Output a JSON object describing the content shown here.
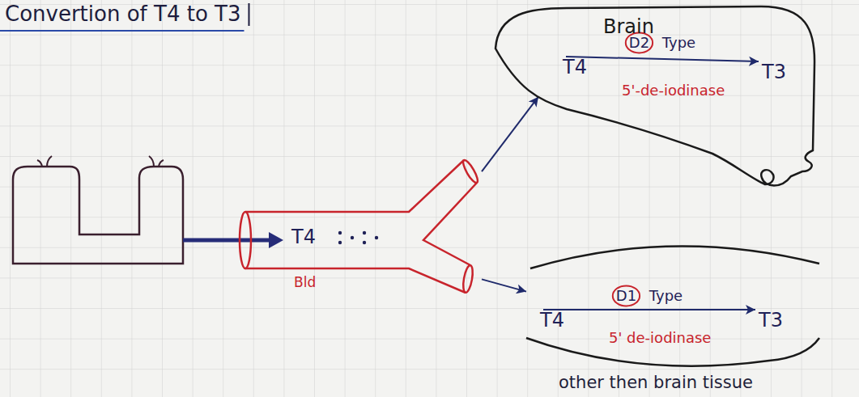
{
  "diagram": {
    "title": "Convertion of T4 to T3",
    "nodes": [
      {
        "text": [
          "T4",
          "Bld"
        ]
      },
      {
        "text": [
          "Brain"
        ]
      },
      {
        "text": [
          "T4"
        ],
        "in": 1
      },
      {
        "text": [
          "T3"
        ],
        "in": 1
      },
      {
        "text": [
          "other then brain tissue"
        ]
      },
      {
        "text": [
          "T4"
        ],
        "in": 4
      },
      {
        "text": [
          "T3"
        ],
        "in": 4
      }
    ],
    "edges": [
      {
        "from": 0,
        "to": 1,
        "arrow": "to"
      },
      {
        "from": 0,
        "to": 4,
        "arrow": "to"
      },
      {
        "from": 2,
        "to": 3,
        "arrow": "to",
        "label": "D2 Type"
      },
      {
        "from": 5,
        "to": 6,
        "arrow": "to",
        "label": "D1 Type"
      }
    ],
    "labels": [
      "5'-de-iodinase",
      "5' de-iodinase"
    ]
  }
}
